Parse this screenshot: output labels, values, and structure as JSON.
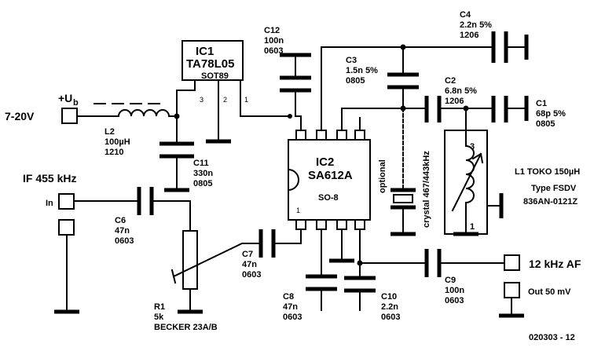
{
  "supply": {
    "voltage": "7-20V",
    "rail": "+U",
    "rail_sub": "b"
  },
  "ic1": {
    "name": "IC1",
    "type": "TA78L05",
    "package": "SOT89",
    "pin3": "3",
    "pin2": "2",
    "pin1": "1"
  },
  "ic2": {
    "name": "IC2",
    "type": "SA612A",
    "package": "SO-8",
    "pin1": "1"
  },
  "l2": {
    "ref": "L2",
    "value": "100µH",
    "size": "1210"
  },
  "c11": {
    "ref": "C11",
    "value": "330n",
    "size": "0805"
  },
  "c12": {
    "ref": "C12",
    "value": "100n",
    "size": "0603"
  },
  "c3": {
    "ref": "C3",
    "value": "1.5n 5%",
    "size": "0805"
  },
  "c4": {
    "ref": "C4",
    "value": "2.2n 5%",
    "size": "1206"
  },
  "c2": {
    "ref": "C2",
    "value": "6.8n 5%",
    "size": "1206"
  },
  "c1": {
    "ref": "C1",
    "value": "68p 5%",
    "size": "0805"
  },
  "l1": {
    "ref": "L1 TOKO 150µH",
    "type": "Type FSDV",
    "part": "836AN-0121Z",
    "pin3": "3",
    "pin1": "1"
  },
  "crystal": {
    "label": "crystal 467/443kHz",
    "optional": "optional"
  },
  "input": {
    "label": "IF 455 kHz",
    "pin": "In"
  },
  "c6": {
    "ref": "C6",
    "value": "47n",
    "size": "0603"
  },
  "c7": {
    "ref": "C7",
    "value": "47n",
    "size": "0603"
  },
  "r1": {
    "ref": "R1",
    "value": "5k",
    "part": "BECKER 23A/B"
  },
  "c8": {
    "ref": "C8",
    "value": "47n",
    "size": "0603"
  },
  "c10": {
    "ref": "C10",
    "value": "2.2n",
    "size": "0603"
  },
  "c9": {
    "ref": "C9",
    "value": "100n",
    "size": "0603"
  },
  "output": {
    "label": "12 kHz AF",
    "level": "Out 50 mV"
  },
  "drawing_id": "020303 - 12"
}
